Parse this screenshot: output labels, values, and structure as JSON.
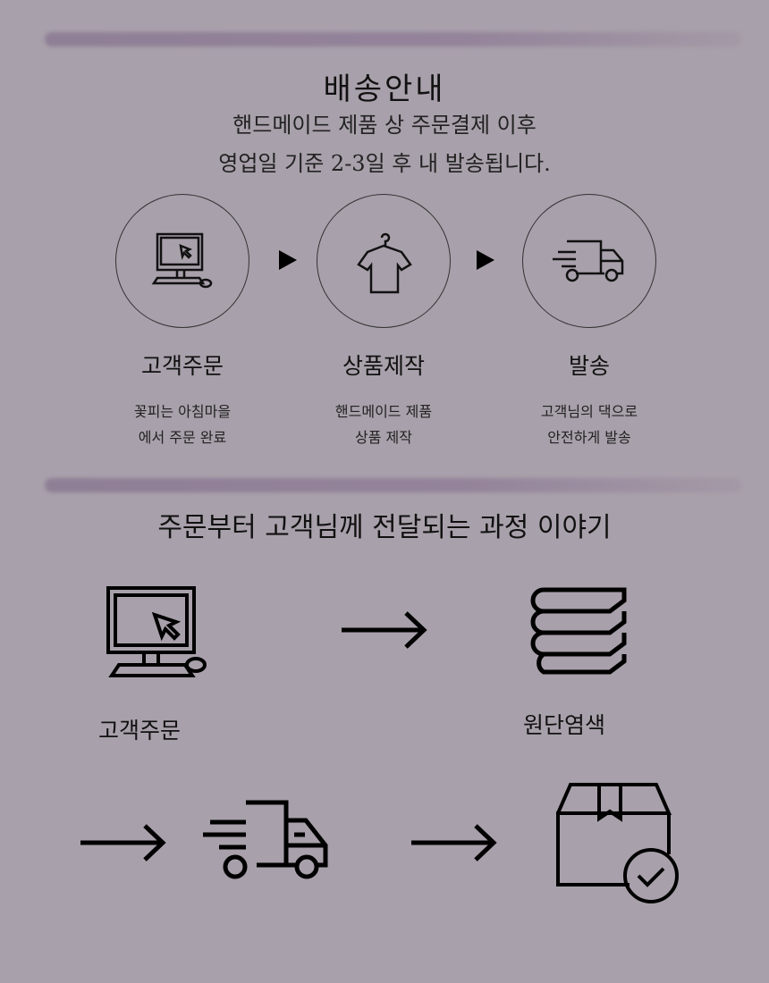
{
  "title": "배송안내",
  "subtitle": [
    "핸드메이드 제품 상 주문결제 이후",
    "영업일 기준 2-3일  후 내 발송됩니다."
  ],
  "steps": [
    {
      "title": "고객주문",
      "desc": [
        "꽃피는 아침마을",
        "에서 주문 완료"
      ],
      "icon": "computer-icon"
    },
    {
      "title": "상품제작",
      "desc": [
        "핸드메이드 제품",
        "상품 제작"
      ],
      "icon": "shirt-icon"
    },
    {
      "title": "발송",
      "desc": [
        "고객님의 댁으로",
        "안전하게 발송"
      ],
      "icon": "truck-icon"
    }
  ],
  "process": {
    "title": "주문부터 고객님께 전달되는 과정 이야기",
    "labels": [
      "고객주문",
      "원단염색"
    ]
  }
}
